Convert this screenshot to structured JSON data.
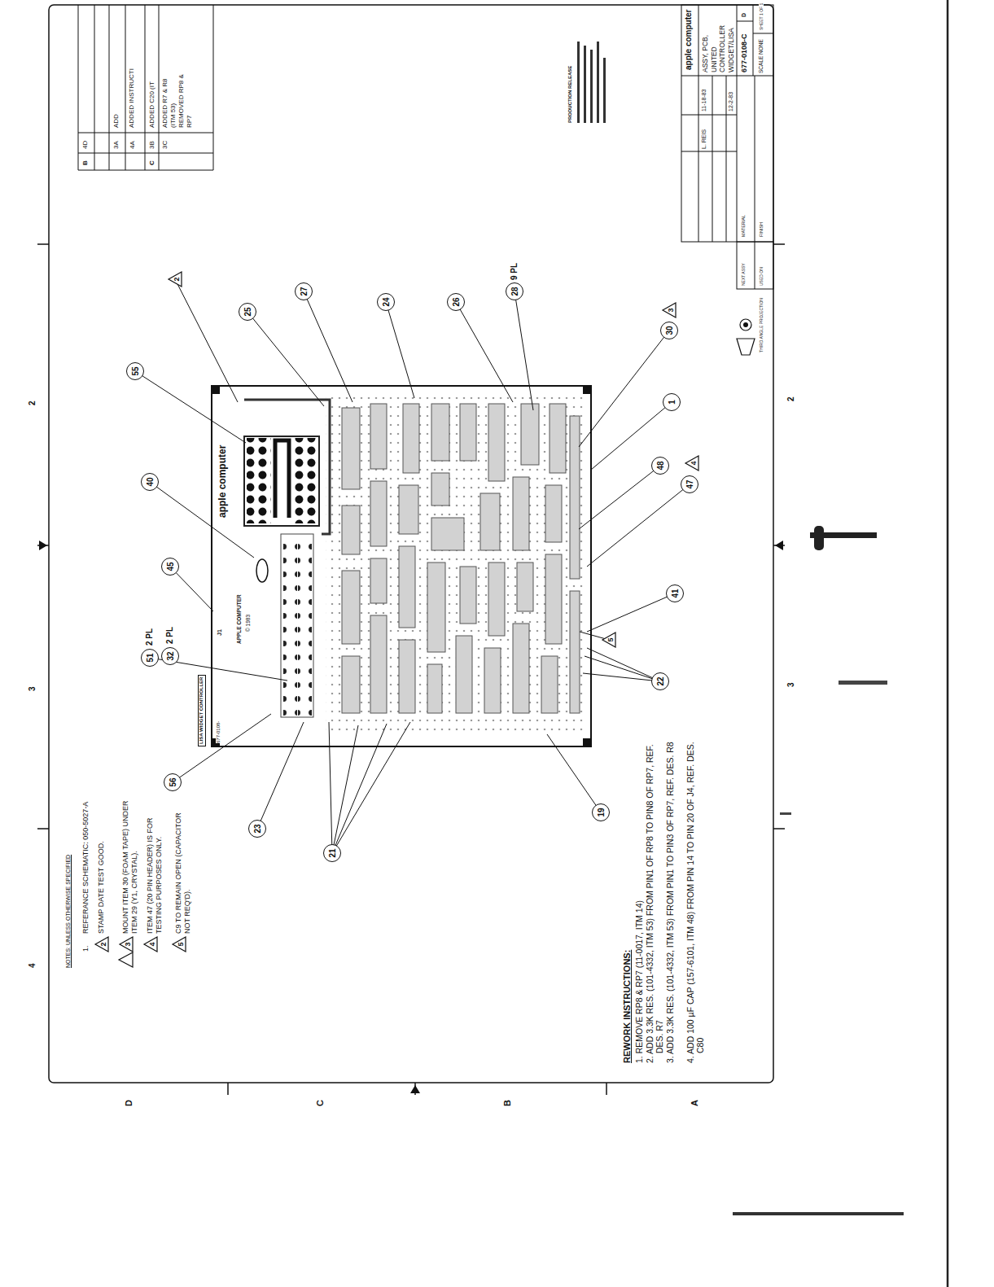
{
  "diagram": {
    "nodes": [
      {
        "text": [
          "55"
        ]
      },
      {
        "text": [
          "40"
        ]
      },
      {
        "text": [
          "45"
        ]
      },
      {
        "text": [
          "51"
        ]
      },
      {
        "text": [
          "32"
        ]
      },
      {
        "text": [
          "56"
        ]
      },
      {
        "text": [
          "23"
        ]
      },
      {
        "text": [
          "21"
        ]
      },
      {
        "text": [
          "19"
        ]
      },
      {
        "text": [
          "22"
        ]
      },
      {
        "text": [
          "41"
        ]
      },
      {
        "text": [
          "48"
        ]
      },
      {
        "text": [
          "47"
        ]
      },
      {
        "text": [
          "1"
        ]
      },
      {
        "text": [
          "30"
        ]
      },
      {
        "text": [
          "28"
        ]
      },
      {
        "text": [
          "26"
        ]
      },
      {
        "text": [
          "24"
        ]
      },
      {
        "text": [
          "27"
        ]
      },
      {
        "text": [
          "25"
        ]
      },
      {
        "text": [
          "2"
        ]
      },
      {
        "text": [
          "4"
        ]
      },
      {
        "text": [
          "3"
        ]
      },
      {
        "text": [
          "5"
        ]
      },
      {
        "text": [
          "2"
        ]
      },
      {
        "text": [
          "3"
        ]
      },
      {
        "text": [
          "4"
        ]
      },
      {
        "text": [
          "5"
        ]
      }
    ],
    "labels": [
      "NOTES: UNLESS OTHERWISE SPECIFIED",
      "1.",
      "REFERANCE SCHEMATIC: 050-5027-A",
      "STAMP DATE TEST GOOD.",
      "MOUNT ITEM 30 (FOAM TAPE) UNDER ITEM 29 (Y1, CRYSTAL).",
      "ITEM 47 (20 PIN HEADER) IS FOR TESTING PURPOSES ONLY.",
      "C9 TO REMAIN OPEN (CAPACITOR NOT REQ'D).",
      "REWORK INSTRUCTIONS:",
      "1. REMOVE RP8 & RP7 (11-0017, ITM 14)",
      "2. ADD 3.3K RES. (101-4332, ITM 53) FROM PIN1 OF RP8 TO PIN8 OF RP7, REF. DES. R7",
      "3. ADD 3.3K RES. (101-4332, ITM 53) FROM PIN1 TO PIN3 OF RP7, REF. DES. R8",
      "4. ADD 100 µF CAP (157-6101, ITM 48) FROM PIN 14 TO PIN 20 OF J4, REF. DES. C80",
      "LISA WIDGET CONTROLLER",
      "677-0108-",
      "J1",
      "APPLE COMPUTER",
      "© 1983",
      "apple computer",
      "2 PL",
      "2 PL",
      "9 PL",
      "D",
      "C",
      "B",
      "A",
      "4",
      "3",
      "2",
      "3",
      "2",
      "PRODUCTION RELEASE",
      "apple computer",
      "ASSY, PCB, UNITED CONTROLLER WIDGET/LISA",
      "D",
      "677-0108-C",
      "SCALE NONE",
      "SHEET 1 OF 1",
      "L. REIS",
      "11-18-83",
      "12-2-83",
      "MATERIAL",
      "FINISH",
      "NEXT ASSY",
      "USED ON",
      "B",
      "4D",
      "3A",
      "ADD",
      "4A",
      "ADDED INSTRUCTI",
      "C",
      "3B",
      "ADDED C20 (IT",
      "3C",
      "ADDED R7 & R8 (ITM 53) REMOVED RP8 & RP7",
      "THIRD ANGLE PROJECTION"
    ]
  }
}
